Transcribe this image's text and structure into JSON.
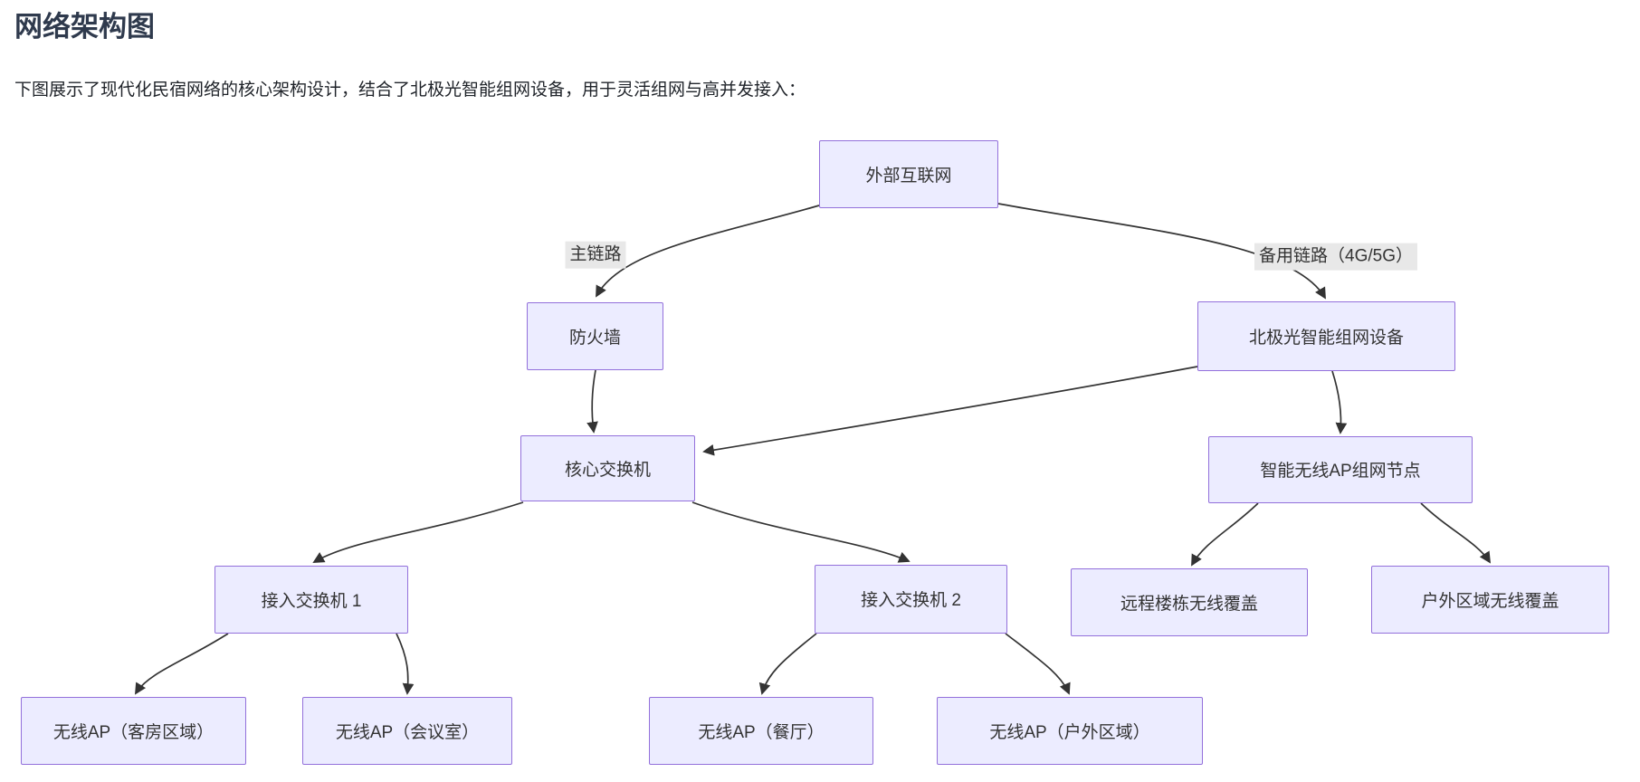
{
  "header": {
    "title": "网络架构图",
    "description": "下图展示了现代化民宿网络的核心架构设计，结合了北极光智能组网设备，用于灵活组网与高并发接入："
  },
  "diagram": {
    "type": "flowchart",
    "direction": "top-down",
    "colors": {
      "node_fill": "#ECECFF",
      "node_border": "#9370DB",
      "edge": "#333333",
      "edge_label_bg": "#e8e8e8",
      "node_text": "#333333"
    },
    "nodes": [
      {
        "id": "internet",
        "label": "外部互联网"
      },
      {
        "id": "firewall",
        "label": "防火墙"
      },
      {
        "id": "aurora",
        "label": "北极光智能组网设备"
      },
      {
        "id": "core",
        "label": "核心交换机"
      },
      {
        "id": "apnode",
        "label": "智能无线AP组网节点"
      },
      {
        "id": "access1",
        "label": "接入交换机 1"
      },
      {
        "id": "access2",
        "label": "接入交换机 2"
      },
      {
        "id": "remote",
        "label": "远程楼栋无线覆盖"
      },
      {
        "id": "outdoorcov",
        "label": "户外区域无线覆盖"
      },
      {
        "id": "apguest",
        "label": "无线AP（客房区域）"
      },
      {
        "id": "apmeeting",
        "label": "无线AP（会议室）"
      },
      {
        "id": "apdining",
        "label": "无线AP（餐厅）"
      },
      {
        "id": "apoutdoor",
        "label": "无线AP（户外区域）"
      }
    ],
    "edges": [
      {
        "from": "internet",
        "to": "firewall",
        "label": "主链路"
      },
      {
        "from": "internet",
        "to": "aurora",
        "label": "备用链路（4G/5G）"
      },
      {
        "from": "firewall",
        "to": "core",
        "label": ""
      },
      {
        "from": "aurora",
        "to": "core",
        "label": ""
      },
      {
        "from": "aurora",
        "to": "apnode",
        "label": ""
      },
      {
        "from": "core",
        "to": "access1",
        "label": ""
      },
      {
        "from": "core",
        "to": "access2",
        "label": ""
      },
      {
        "from": "apnode",
        "to": "remote",
        "label": ""
      },
      {
        "from": "apnode",
        "to": "outdoorcov",
        "label": ""
      },
      {
        "from": "access1",
        "to": "apguest",
        "label": ""
      },
      {
        "from": "access1",
        "to": "apmeeting",
        "label": ""
      },
      {
        "from": "access2",
        "to": "apdining",
        "label": ""
      },
      {
        "from": "access2",
        "to": "apoutdoor",
        "label": ""
      }
    ]
  }
}
